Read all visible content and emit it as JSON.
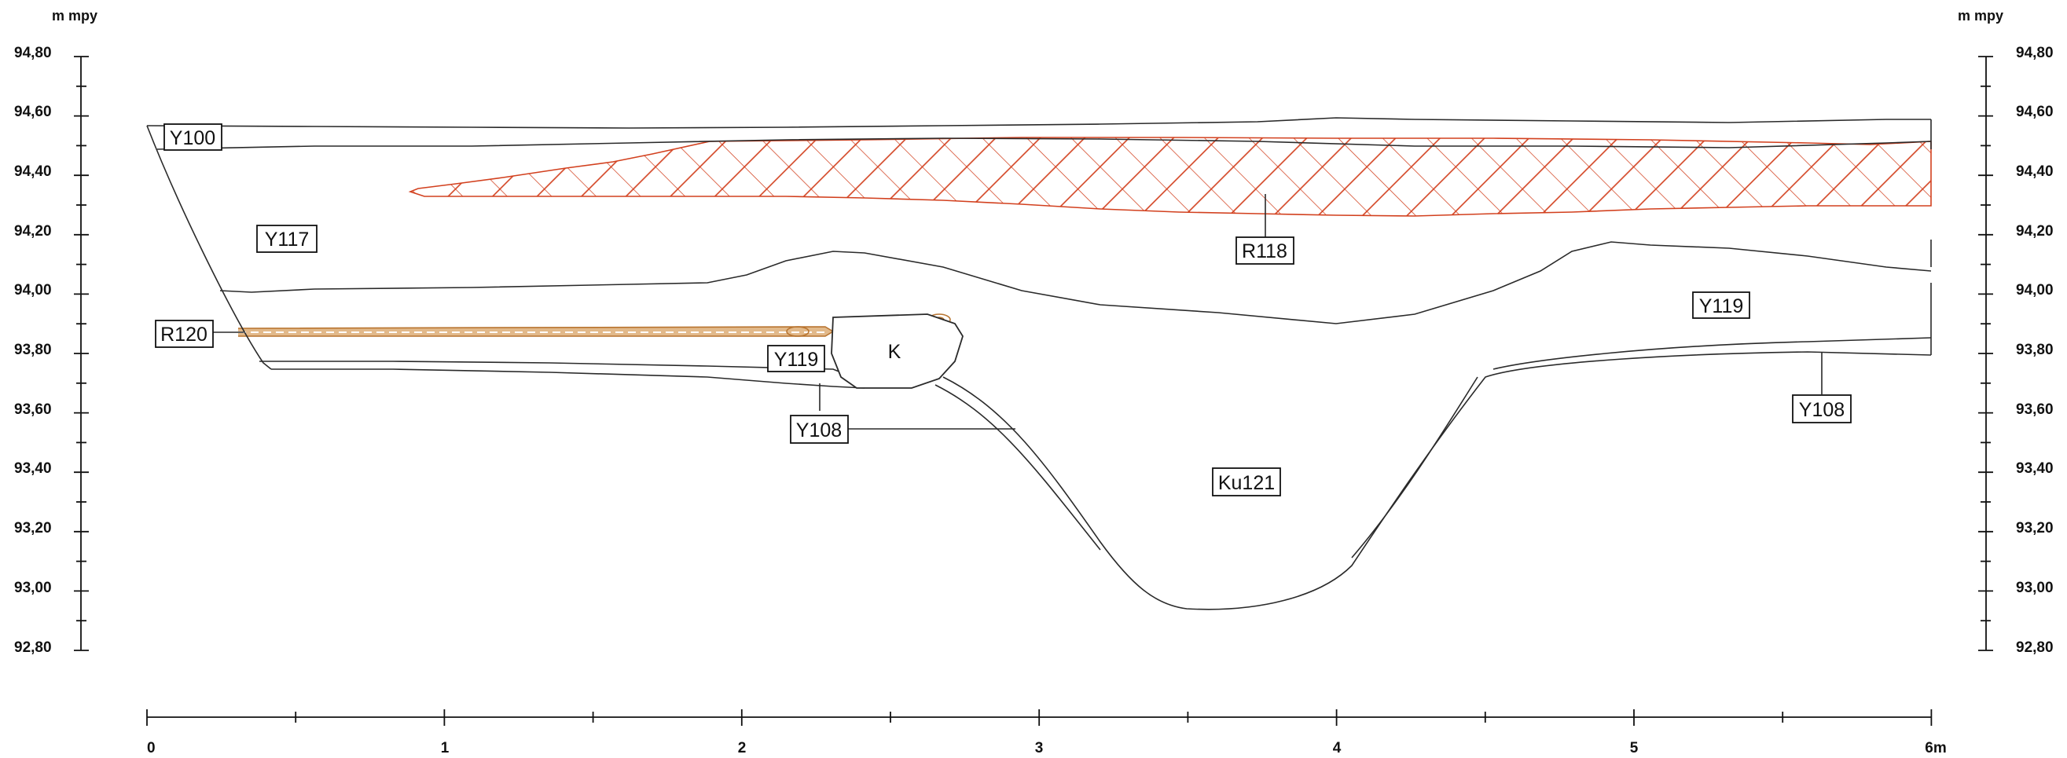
{
  "left_axis": {
    "unit": "m mpy",
    "ticks": [
      "94,80",
      "94,60",
      "94,40",
      "94,20",
      "94,00",
      "93,80",
      "93,60",
      "93,40",
      "93,20",
      "93,00",
      "92,80"
    ]
  },
  "right_axis": {
    "unit": "m mpy",
    "ticks": [
      "94,80",
      "94,60",
      "94,40",
      "94,20",
      "94,00",
      "93,80",
      "93,60",
      "93,40",
      "93,20",
      "93,00",
      "92,80"
    ]
  },
  "bottom_axis": {
    "ticks": [
      "0",
      "1",
      "2",
      "3",
      "4",
      "5",
      "6m"
    ]
  },
  "layers": {
    "y100": "Y100",
    "y117": "Y117",
    "r118": "R118",
    "y119_right": "Y119",
    "r120": "R120",
    "y119_left": "Y119",
    "k": "K",
    "y108_left": "Y108",
    "y108_right": "Y108",
    "ku121": "Ku121"
  },
  "colors": {
    "line": "#2a2a2a",
    "r118_hatch": "#d2401e",
    "r120_stripe": "#b8742f"
  }
}
